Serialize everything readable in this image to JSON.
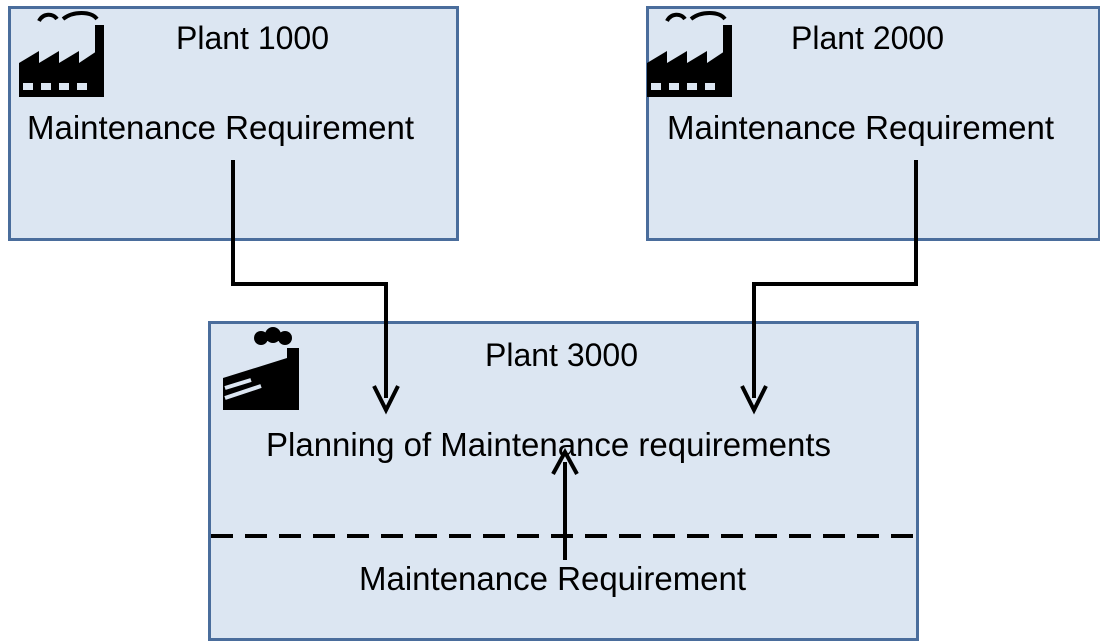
{
  "plants": [
    {
      "title": "Plant 1000",
      "label": "Maintenance Requirement",
      "icon": "factory-icon"
    },
    {
      "title": "Plant 2000",
      "label": "Maintenance Requirement",
      "icon": "factory-icon"
    },
    {
      "title": "Plant 3000",
      "label": "Planning of Maintenance requirements",
      "sublabel": "Maintenance Requirement",
      "icon": "factory-smoke-icon"
    }
  ],
  "colors": {
    "box_fill": "#dce6f2",
    "box_border": "#4a6d9c",
    "line": "#000000"
  }
}
